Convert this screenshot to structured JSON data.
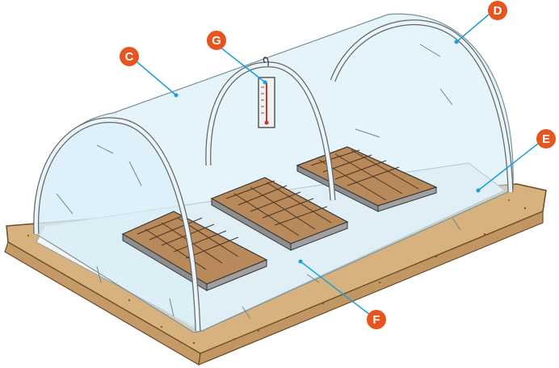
{
  "figure": {
    "callouts": [
      {
        "letter": "C",
        "color": "#e8541e",
        "line_color": "#1aa0d8"
      },
      {
        "letter": "G",
        "color": "#e8541e",
        "line_color": "#1aa0d8"
      },
      {
        "letter": "D",
        "color": "#e8541e",
        "line_color": "#1aa0d8"
      },
      {
        "letter": "E",
        "color": "#e8541e",
        "line_color": "#1aa0d8"
      },
      {
        "letter": "F",
        "color": "#e8541e",
        "line_color": "#1aa0d8"
      }
    ],
    "colors": {
      "soil": "#d2ad7a",
      "soil_edge": "#8a6440",
      "plastic": "#cfe9f5",
      "hoop": "#e9eef0",
      "tray": "#8f8f8f",
      "tray_soil": "#b48a5c",
      "outline": "#3a3a3a"
    }
  }
}
